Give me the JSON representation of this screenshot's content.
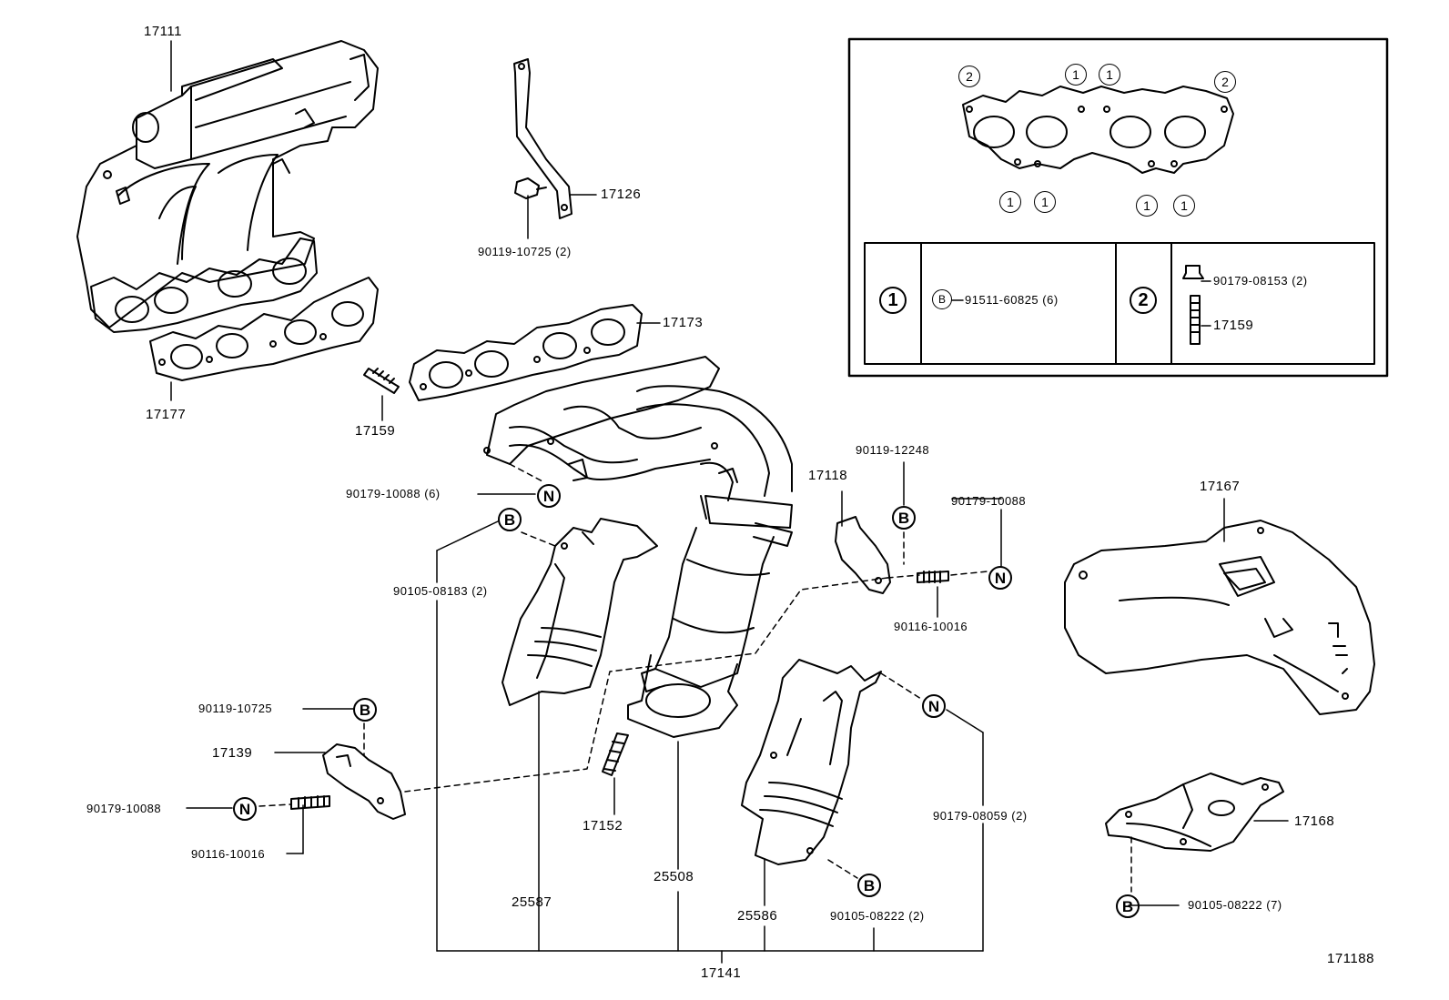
{
  "diagram": {
    "figure_number": "171188",
    "parts": {
      "p17111": "17111",
      "p17177": "17177",
      "p17126": "17126",
      "p90119_10725_2": "90119-10725 (2)",
      "p17173": "17173",
      "p17159": "17159",
      "p90179_10088_6": "90179-10088 (6)",
      "p90105_08183_2": "90105-08183 (2)",
      "p17118": "17118",
      "p90119_12248": "90119-12248",
      "p90179_10088_r": "90179-10088",
      "p90116_10016_r": "90116-10016",
      "p17167": "17167",
      "p90119_10725": "90119-10725",
      "p17139": "17139",
      "p90179_10088_l": "90179-10088",
      "p90116_10016_l": "90116-10016",
      "p17152": "17152",
      "p25508": "25508",
      "p25587": "25587",
      "p25586": "25586",
      "p90105_08222_2": "90105-08222 (2)",
      "p90179_08059_2": "90179-08059 (2)",
      "p17168": "17168",
      "p90105_08222_7": "90105-08222 (7)",
      "p17141": "17141"
    },
    "markers": {
      "N": "N",
      "B": "B",
      "one": "1",
      "two": "2"
    },
    "inset": {
      "row1_part": "91511-60825 (6)",
      "row2_part_a": "90179-08153 (2)",
      "row2_part_b": "17159"
    }
  }
}
